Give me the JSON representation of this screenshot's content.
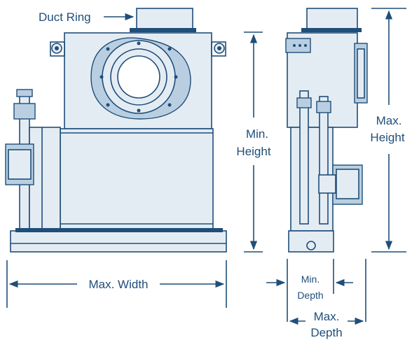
{
  "labels": {
    "duct_ring": "Duct Ring",
    "min_height_1": "Min.",
    "min_height_2": "Height",
    "max_height_1": "Max.",
    "max_height_2": "Height",
    "max_width": "Max. Width",
    "min_depth_1": "Min.",
    "min_depth_2": "Depth",
    "max_depth_1": "Max.",
    "max_depth_2": "Depth"
  },
  "colors": {
    "line": "#1f4e79",
    "fill_light": "#e4ecf3",
    "fill_mid": "#b9cfe1"
  }
}
